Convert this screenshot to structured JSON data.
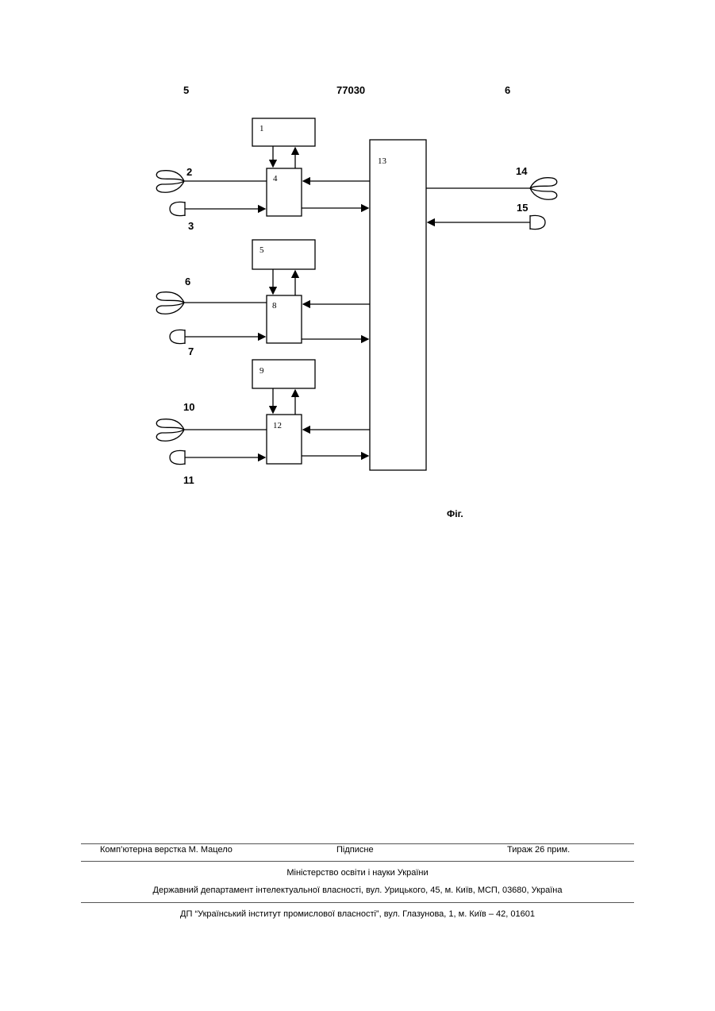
{
  "header": {
    "left_page": "5",
    "patent_number": "77030",
    "right_page": "6"
  },
  "diagram": {
    "blocks": [
      {
        "id": "b1",
        "label": "1"
      },
      {
        "id": "b4",
        "label": "4"
      },
      {
        "id": "b5",
        "label": "5"
      },
      {
        "id": "b8",
        "label": "8"
      },
      {
        "id": "b9",
        "label": "9"
      },
      {
        "id": "b12",
        "label": "12"
      },
      {
        "id": "b13",
        "label": "13"
      }
    ],
    "terminals": [
      {
        "id": "t2",
        "label": "2"
      },
      {
        "id": "t3",
        "label": "3"
      },
      {
        "id": "t6",
        "label": "6"
      },
      {
        "id": "t7",
        "label": "7"
      },
      {
        "id": "t10",
        "label": "10"
      },
      {
        "id": "t11",
        "label": "11"
      },
      {
        "id": "t14",
        "label": "14"
      },
      {
        "id": "t15",
        "label": "15"
      }
    ],
    "figure_caption": "Фіг."
  },
  "footer": {
    "layout_credit": "Комп’ютерна верстка М. Мацело",
    "subscription": "Підписне",
    "circulation": "Тираж 26 прим.",
    "ministry": "Міністерство освіти і науки України",
    "department": "Державний департамент інтелектуальної власності, вул. Урицького, 45, м. Київ, МСП, 03680, Україна",
    "institute": "ДП “Український інститут промислової власності”, вул. Глазунова, 1, м. Київ – 42, 01601"
  }
}
